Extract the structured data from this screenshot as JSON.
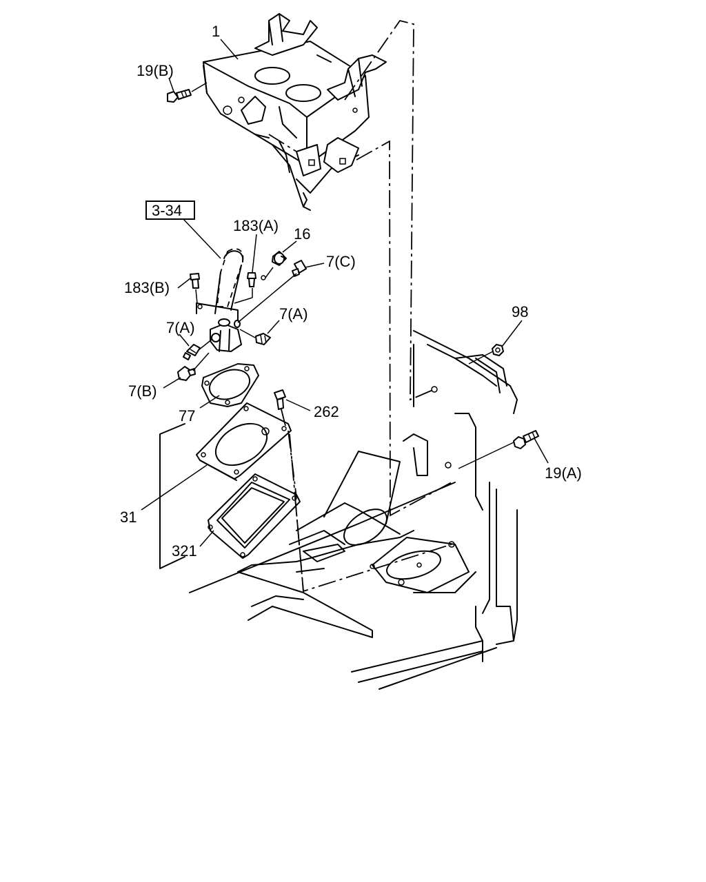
{
  "labels": {
    "p1": "1",
    "p19b": "19(B)",
    "ref334": "3-34",
    "p183a": "183(A)",
    "p16": "16",
    "p7c": "7(C)",
    "p183b": "183(B)",
    "p7a_right": "7(A)",
    "p7a_left": "7(A)",
    "p7b": "7(B)",
    "p98": "98",
    "p77": "77",
    "p262": "262",
    "p19a": "19(A)",
    "p31": "31",
    "p321": "321"
  }
}
